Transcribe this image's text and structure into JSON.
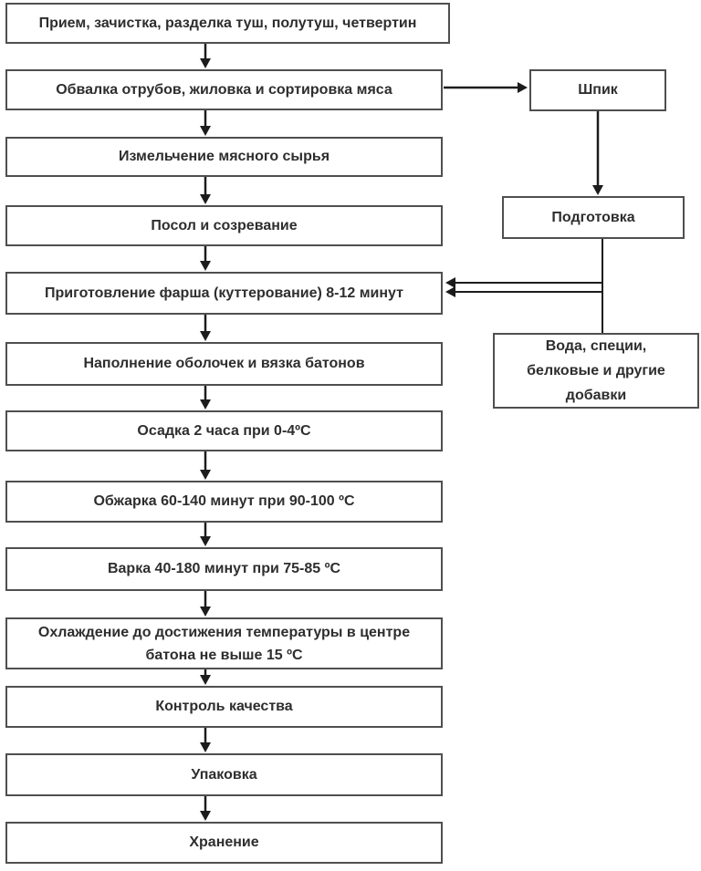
{
  "diagram": {
    "type": "flowchart",
    "language": "ru",
    "subject": "sausage production process",
    "main_flow": [
      {
        "id": "priem",
        "label": "Прием, зачистка, разделка туш, полутуш, четвертин"
      },
      {
        "id": "obvalka",
        "label": "Обвалка отрубов, жиловка и сортировка мяса"
      },
      {
        "id": "izmelchenie",
        "label": "Измельчение мясного сырья"
      },
      {
        "id": "posol",
        "label": "Посол и созревание"
      },
      {
        "id": "farsh",
        "label": "Приготовление фарша (куттерование) 8-12 минут"
      },
      {
        "id": "napolnenie",
        "label": "Наполнение оболочек и вязка батонов"
      },
      {
        "id": "osadka",
        "label": "Осадка 2 часа при 0-4ºС"
      },
      {
        "id": "obzharka",
        "label": "Обжарка 60-140 минут при 90-100 ºС"
      },
      {
        "id": "varka",
        "label": "Варка 40-180 минут при 75-85 ºС"
      },
      {
        "id": "ohlazhdenie",
        "label": "Охлаждение до достижения температуры в центре батона не выше 15 ºС"
      },
      {
        "id": "kontrol",
        "label": "Контроль качества"
      },
      {
        "id": "upakovka",
        "label": "Упаковка"
      },
      {
        "id": "hranenie",
        "label": "Хранение"
      }
    ],
    "side_flow": [
      {
        "id": "shpik",
        "label": "Шпик"
      },
      {
        "id": "podgotovka",
        "label": "Подготовка"
      },
      {
        "id": "dobavki",
        "label": "Вода, специи, белковые и другие добавки"
      }
    ],
    "connections": [
      "priem -> obvalka",
      "obvalka -> izmelchenie",
      "izmelchenie -> posol",
      "posol -> farsh",
      "farsh -> napolnenie",
      "napolnenie -> osadka",
      "osadka -> obzharka",
      "obzharka -> varka",
      "varka -> ohlazhdenie",
      "ohlazhdenie -> kontrol",
      "kontrol -> upakovka",
      "upakovka -> hranenie",
      "obvalka -> shpik",
      "shpik -> podgotovka",
      "podgotovka -> farsh",
      "dobavki -> farsh"
    ],
    "colors": {
      "box_border": "#4f4f4f",
      "arrow": "#1c1c1c",
      "text": "#2e2e2e",
      "background": "#ffffff"
    }
  }
}
